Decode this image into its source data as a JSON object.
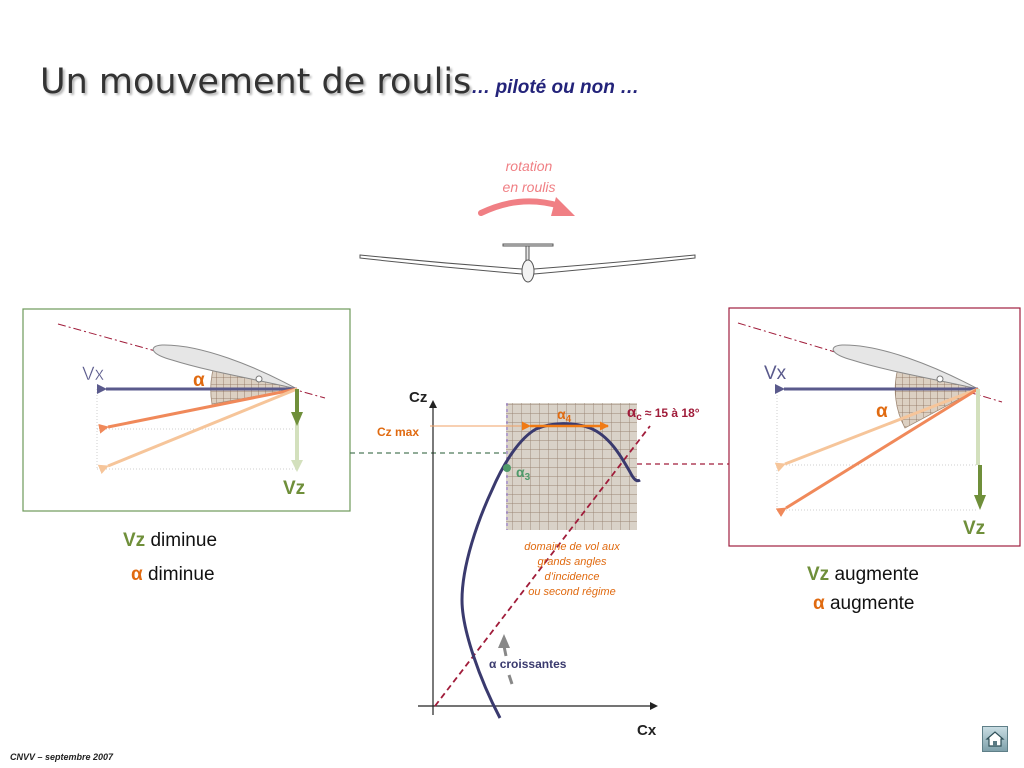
{
  "header": {
    "title": "Un mouvement de roulis",
    "subtitle": "… piloté ou non …"
  },
  "rotation": {
    "line1": "rotation",
    "line2": "en roulis"
  },
  "left_panel": {
    "vx_label": "Vx",
    "vz_label": "Vz",
    "alpha_label": "α",
    "caption_line1_symbol": "Vz",
    "caption_line1_text": "diminue",
    "caption_line2_symbol": "α",
    "caption_line2_text": "diminue"
  },
  "right_panel": {
    "vx_label": "Vx",
    "vz_label": "Vz",
    "alpha_label": "α",
    "caption_line1_symbol": "Vz",
    "caption_line1_text": "augmente",
    "caption_line2_symbol": "α",
    "caption_line2_text": "augmente"
  },
  "polar": {
    "cz_axis_label": "Cz",
    "cx_axis_label": "Cx",
    "cz_max_label": "Cz max",
    "alpha4_symbol": "α",
    "alpha4_sub": "4",
    "alpha3_symbol": "α",
    "alpha3_sub": "3",
    "alphac_symbol": "α",
    "alphac_sub": "c",
    "alphac_value": "≈ 15 à 18°",
    "domain_line1": "domaine de vol aux",
    "domain_line2": "grands angles",
    "domain_line3": "d’incidence",
    "domain_line4": "ou second régime",
    "alpha_increasing": "α croissantes"
  },
  "footer": {
    "text": "CNVV – septembre 2007"
  },
  "colors": {
    "title": "#333333",
    "subtitle": "#23237a",
    "rotation": "#f07f84",
    "vx": "#5a5a8c",
    "vz": "#6f8f3a",
    "alpha": "#e06a10",
    "curve": "#3a3a6e",
    "stall_line": "#a01c3a",
    "left_frame": "#6d9a5a",
    "right_frame": "#a02040"
  }
}
